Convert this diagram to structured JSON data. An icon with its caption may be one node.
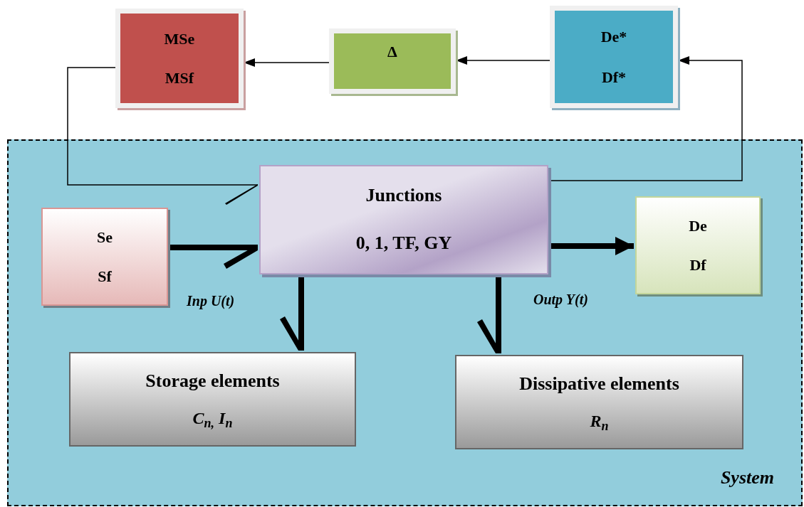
{
  "diagram": {
    "nodes": [
      {
        "text": [
          "MSe",
          "MSf"
        ]
      },
      {
        "text": [
          "Δ"
        ]
      },
      {
        "text": [
          "De*",
          "Df*"
        ]
      },
      {
        "text": [
          "System"
        ]
      },
      {
        "text": [
          "Junctions",
          "0, 1, TF, GY"
        ],
        "in": 3
      },
      {
        "text": [
          "Se",
          "Sf"
        ],
        "in": 3
      },
      {
        "text": [
          "De",
          "Df"
        ],
        "in": 3
      },
      {
        "text": [
          "Storage elements",
          "C$_{n,}$ I$_{n}$"
        ],
        "in": 3
      },
      {
        "text": [
          "Dissipative elements",
          "R$_{n}$"
        ],
        "in": 3
      }
    ],
    "edges": [
      {
        "from": 2,
        "to": 1,
        "arrow": "to"
      },
      {
        "from": 1,
        "to": 0,
        "arrow": "to"
      },
      {
        "from": 4,
        "to": 2,
        "arrow": "to"
      },
      {
        "from": 0,
        "to": 4,
        "arrow": "other"
      },
      {
        "from": 5,
        "to": 4,
        "arrow": "other",
        "style": "thick"
      },
      {
        "from": 4,
        "to": 6,
        "arrow": "to",
        "style": "thick"
      },
      {
        "from": 4,
        "to": 7,
        "arrow": "other",
        "style": "thick"
      },
      {
        "from": 4,
        "to": 8,
        "arrow": "other",
        "style": "thick"
      }
    ],
    "labels": [
      "Inp U(t)",
      "Outp Y(t)"
    ]
  }
}
